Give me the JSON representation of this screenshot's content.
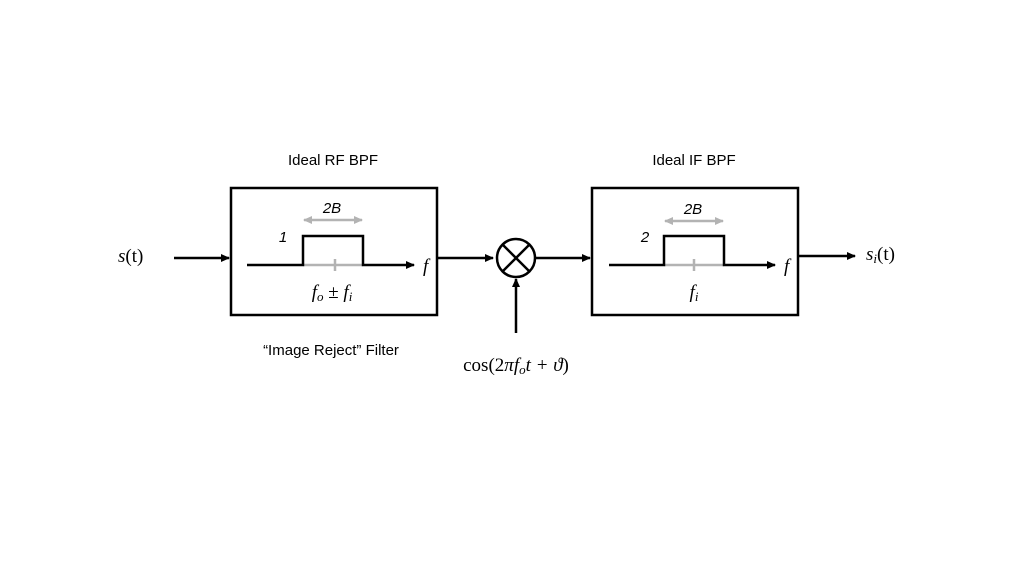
{
  "input_signal": {
    "name": "s",
    "arg": "(t)"
  },
  "output_signal": {
    "name": "s",
    "sub": "i",
    "arg": "(t)"
  },
  "rf_filter": {
    "title": "Ideal RF BPF",
    "bandwidth": "2B",
    "gain": "1",
    "axis_label": "f",
    "center": {
      "a": "f",
      "a_sub": "o",
      "op": " ± ",
      "b": "f",
      "b_sub": "i"
    },
    "caption": "“Image Reject” Filter"
  },
  "if_filter": {
    "title": "Ideal IF BPF",
    "bandwidth": "2B",
    "gain": "2",
    "axis_label": "f",
    "center": {
      "a": "f",
      "a_sub": "i"
    }
  },
  "mixer": {
    "symbol": "multiply",
    "lo_signal": {
      "func": "cos",
      "open": "(2",
      "pi": "π",
      "f": "f",
      "f_sub": "o",
      "rest": "t + ",
      "theta": "ϑ",
      "close": ")"
    }
  },
  "colors": {
    "stroke": "#000000",
    "guide": "#b3b3b3",
    "background": "#ffffff"
  }
}
